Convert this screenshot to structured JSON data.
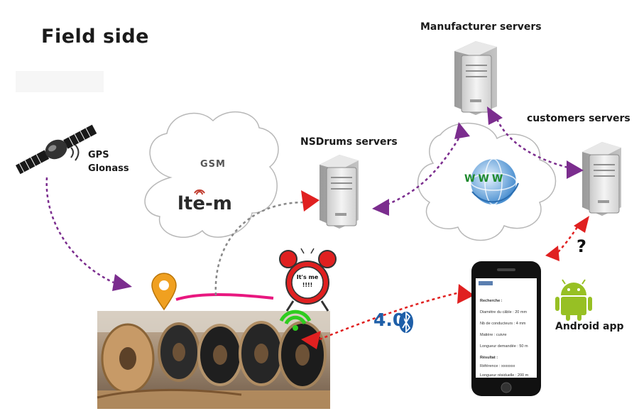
{
  "labels": {
    "field_side": "Field side",
    "gps": "GPS",
    "glonass": "Glonass",
    "nsdrums_servers": "NSDrums servers",
    "manufacturer_servers": "Manufacturer servers",
    "customers_servers": "customers servers",
    "android_app": "Android app",
    "gsm_logo": "GSM",
    "lte_logo": "lte-m",
    "www_logo": "WWW",
    "bluetooth_version": "4.0",
    "question_mark": "?",
    "alarm_text": "It's me !!!!"
  },
  "phone_screen": {
    "lines": [
      {
        "text": "Recherche :",
        "bold": true
      },
      {
        "text": "Diamètre du câble : 20 mm",
        "bold": false
      },
      {
        "text": "Nb de conducteurs : 4 mm",
        "bold": false
      },
      {
        "text": "Matière : cuivre",
        "bold": false
      },
      {
        "text": "Longueur demandée : 50 m",
        "bold": false
      },
      {
        "text": "Résultat :",
        "bold": true
      },
      {
        "text": "Référence : xxxxxxx",
        "bold": false
      },
      {
        "text": "Longueur résiduelle : 200 m",
        "bold": false
      }
    ]
  },
  "colors": {
    "purple_link": "#7b2d8e",
    "red_link": "#e02020",
    "gray_link": "#888888",
    "pink_link": "#e8177f",
    "pin_orange": "#f0a020",
    "android_green": "#97c024",
    "bluetooth_blue": "#1f5fa8",
    "signal_green": "#2ecc1f"
  },
  "icons": [
    "satellite-icon",
    "server-icon",
    "cloud-icon",
    "globe-icon",
    "map-pin-icon",
    "alarm-clock-icon",
    "wifi-signal-icon",
    "bluetooth-icon",
    "smartphone-icon",
    "android-icon"
  ]
}
